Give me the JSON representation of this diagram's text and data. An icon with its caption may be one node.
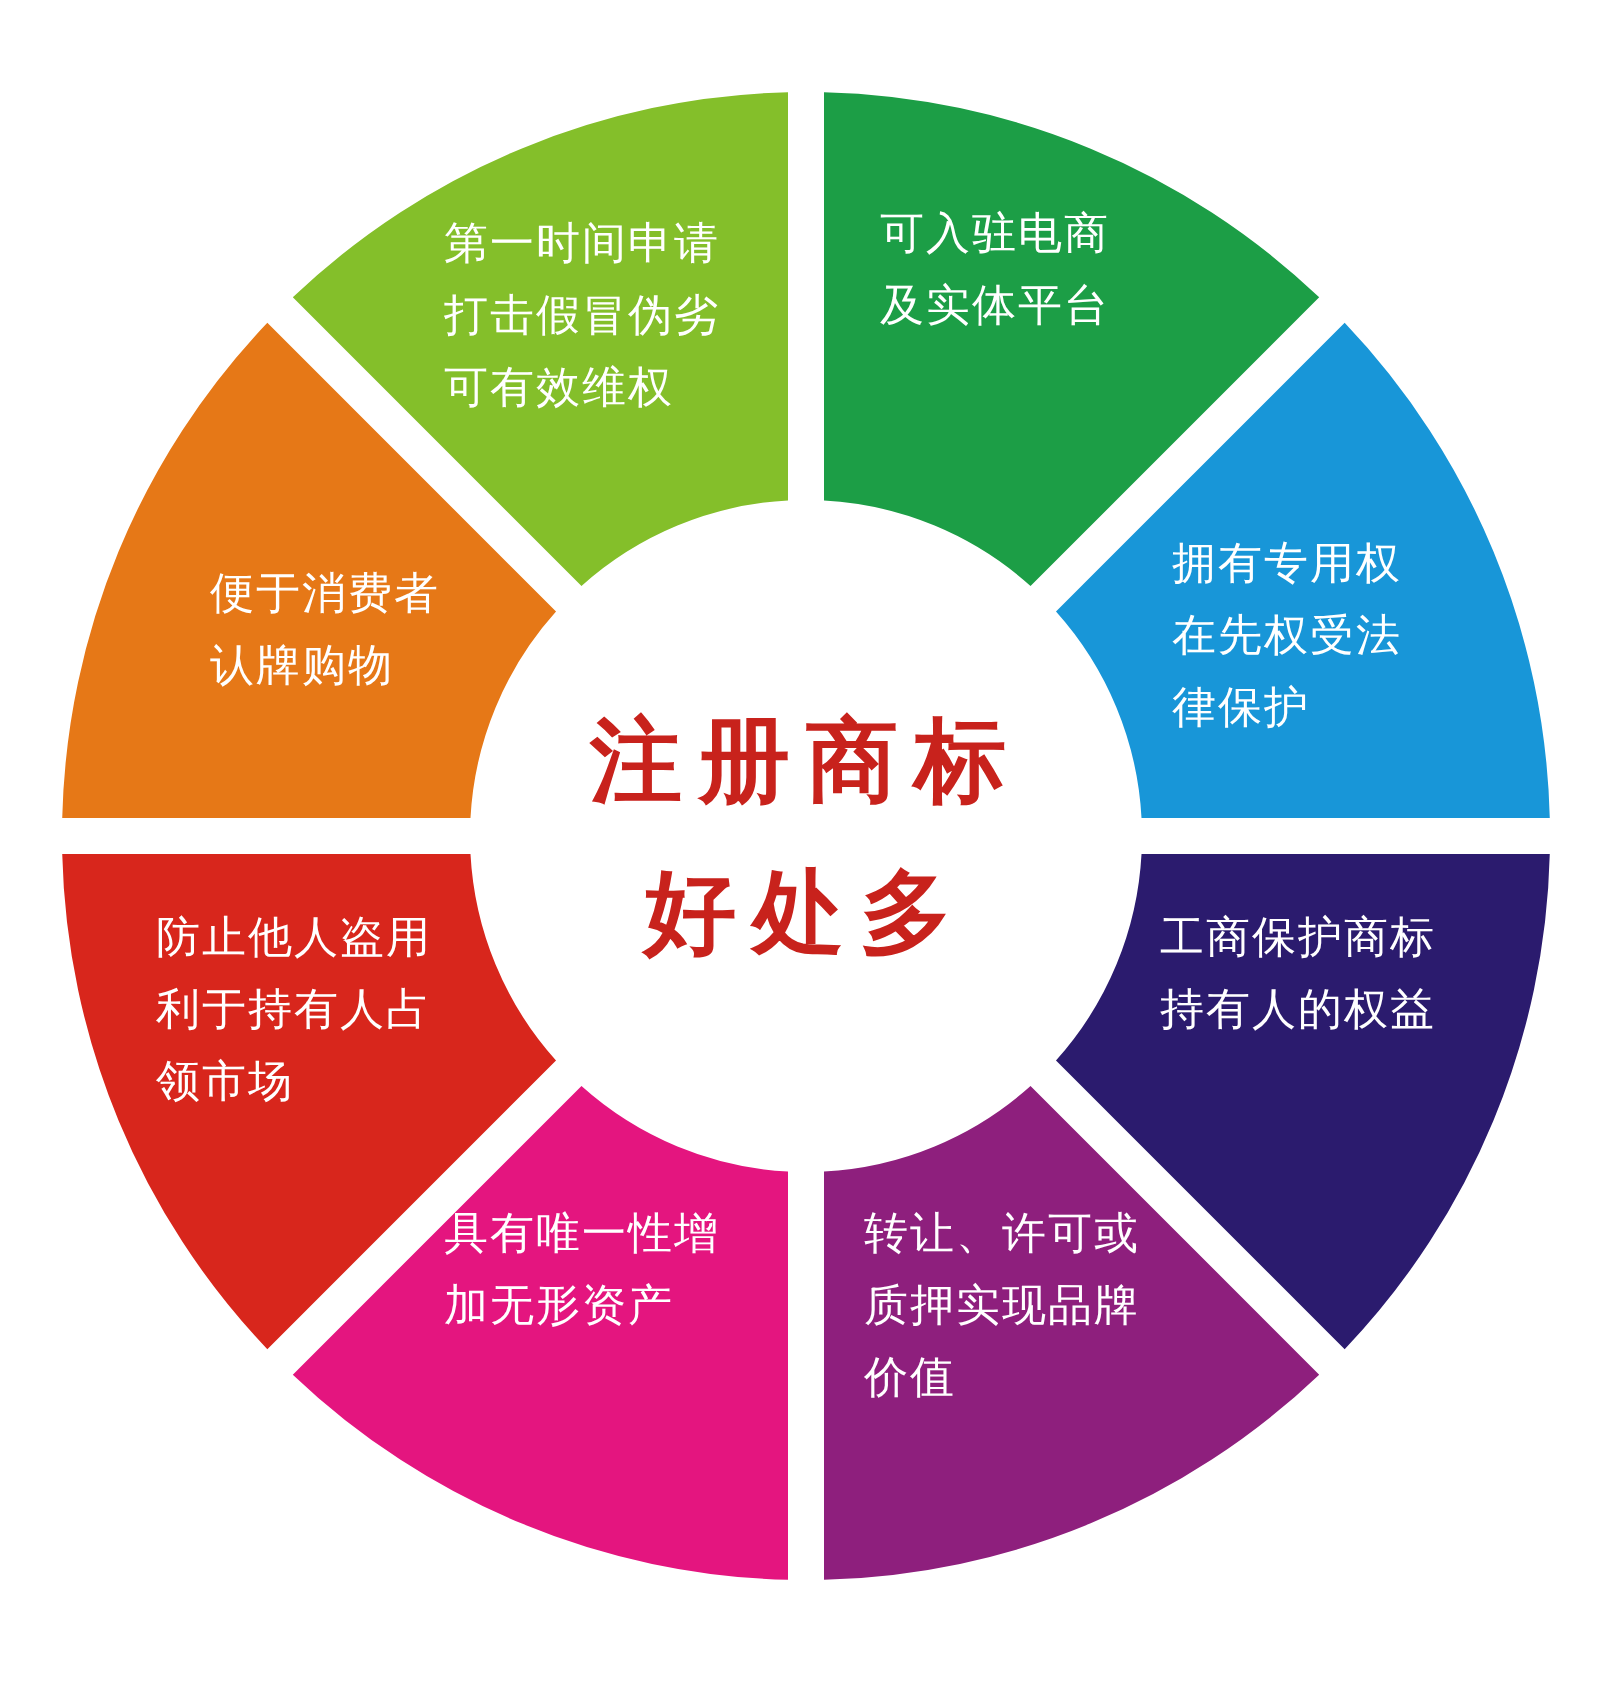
{
  "diagram": {
    "nodes": [
      {
        "text": [
          "第一时间申请打击假冒伪劣可有效维权"
        ]
      },
      {
        "text": [
          "可入驻电商及实体平台"
        ]
      },
      {
        "text": [
          "便于消费者认牌购物"
        ]
      },
      {
        "text": [
          "拥有专用权在先权受法律保护"
        ]
      },
      {
        "text": [
          "注册商标好处多"
        ]
      },
      {
        "text": [
          "防止他人盗用利于持有人占领市场"
        ]
      },
      {
        "text": [
          "工商保护商标持有人的权益"
        ]
      },
      {
        "text": [
          "具有唯一性增加无形资产"
        ]
      },
      {
        "text": [
          "转让、许可或质押实现品牌价值"
        ]
      }
    ]
  }
}
